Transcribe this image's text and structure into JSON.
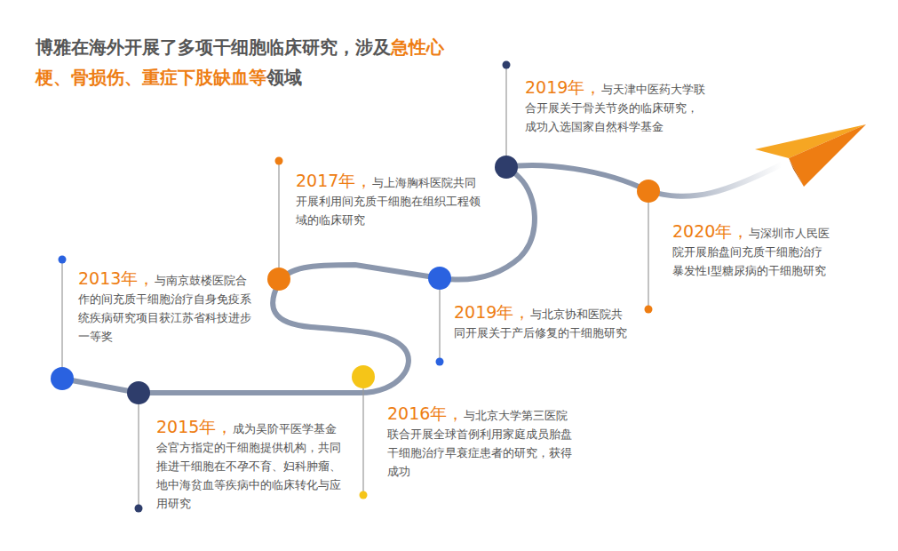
{
  "diagram": {
    "title": "博雅在海外开展了多项干细胞临床研究，涉及急性心梗、骨损伤、重症下肢缺血等领域",
    "labels": [
      "2013年，",
      "与南京鼓楼医院合作的间充质干细胞治疗自身免疫系统疾病研究项目获江苏省科技进步一等奖",
      "2015年，",
      "成为吴阶平医学基金会官方指定的干细胞提供机构，共同推进干细胞在不孕不育、妇科肿瘤、地中海贫血等疾病中的临床转化与应用研究",
      "2016年，",
      "与北京大学第三医院联合开展全球首例利用家庭成员胎盘干细胞治疗早衰症患者的研究，获得成功",
      "2017年，",
      "与上海胸科医院共同开展利用间充质干细胞在组织工程领域的临床研究",
      "2019年，",
      "与北京协和医院共同开展关于产后修复的干细胞研究",
      "2019年，",
      "与天津中医药大学联合开展关于骨关节炎的临床研究，成功入选国家自然科学基金",
      "2020年，",
      "与深圳市人民医院开展胎盘间充质干细胞治疗暴发性I型糖尿病的干细胞研究"
    ]
  }
}
